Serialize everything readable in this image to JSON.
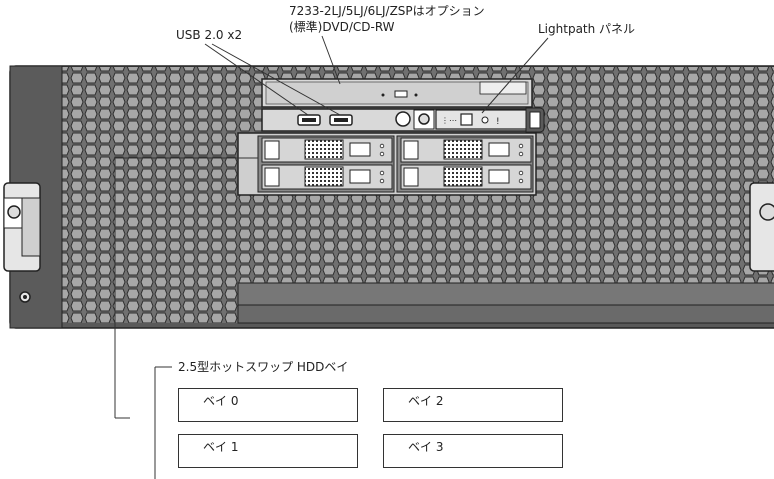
{
  "callouts": {
    "usb": "USB 2.0 x2",
    "optical_note": "7233-2LJ/5LJ/6LJ/ZSPはオプション",
    "optical": "(標準)DVD/CD-RW",
    "lightpath": "Lightpath パネル"
  },
  "hdd_legend": {
    "title": "2.5型ホットスワップ HDDベイ",
    "bays": [
      "ベイ 0",
      "ベイ 2",
      "ベイ 1",
      "ベイ 3"
    ]
  },
  "colors": {
    "chassis": "#6e6e6e",
    "chassis_dark": "#3a3a3a",
    "panel": "#dcdcdc",
    "outline": "#222222"
  }
}
